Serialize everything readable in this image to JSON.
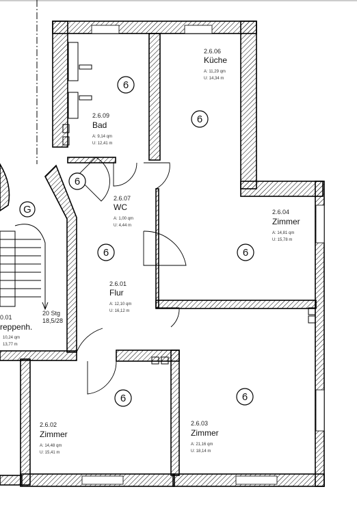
{
  "rooms": {
    "bad": {
      "code": "2.6.09",
      "name": "Bad",
      "area": "A: 9,14 qm",
      "perimeter": "U: 12,41 m"
    },
    "kueche": {
      "code": "2.6.06",
      "name": "Küche",
      "area": "A: 11,29 qm",
      "perimeter": "U: 14,34 m"
    },
    "wc": {
      "code": "2.6.07",
      "name": "WC",
      "area": "A: 1,00 qm",
      "perimeter": "U: 4,44 m"
    },
    "zimmer_04": {
      "code": "2.6.04",
      "name": "Zimmer",
      "area": "A: 14,81 qm",
      "perimeter": "U: 15,78 m"
    },
    "flur": {
      "code": "2.6.01",
      "name": "Flur",
      "area": "A: 12,10 qm",
      "perimeter": "U: 16,12 m"
    },
    "treppenhaus": {
      "code": "0.01",
      "name": "reppenh.",
      "area": "10,24 qm",
      "perimeter": "13,77 m"
    },
    "zimmer_02": {
      "code": "2.6.02",
      "name": "Zimmer",
      "area": "A: 14,48 qm",
      "perimeter": "U: 15,41 m"
    },
    "zimmer_03": {
      "code": "2.6.03",
      "name": "Zimmer",
      "area": "A: 21,16 qm",
      "perimeter": "U: 18,14 m"
    }
  },
  "stair": {
    "steps": "20 Stg",
    "rise": "18,5/28"
  },
  "markers": {
    "fire_tag": "6",
    "stair_tag": "G"
  }
}
